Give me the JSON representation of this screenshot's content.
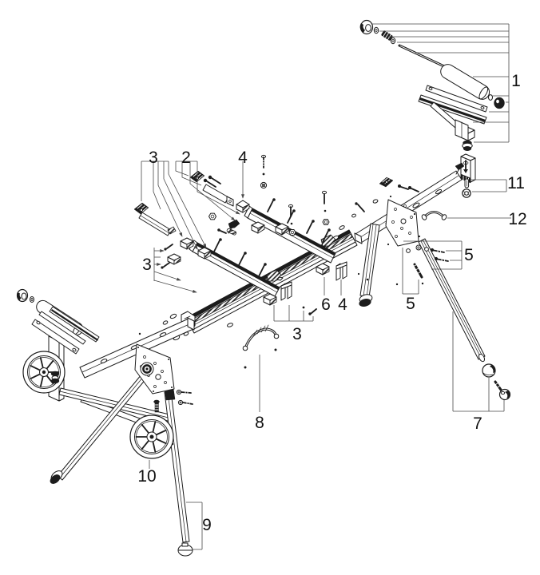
{
  "diagram": {
    "type": "exploded-parts-diagram",
    "subject": "miter-saw-work-stand",
    "background": "#ffffff",
    "line_color": "#1c1c1c",
    "leader_color": "#4a4a4a",
    "callouts": [
      {
        "id": "c1",
        "label": "1"
      },
      {
        "id": "c2",
        "label": "2"
      },
      {
        "id": "c3a",
        "label": "3"
      },
      {
        "id": "c3b",
        "label": "3"
      },
      {
        "id": "c3c",
        "label": "3"
      },
      {
        "id": "c4a",
        "label": "4"
      },
      {
        "id": "c4b",
        "label": "4"
      },
      {
        "id": "c5a",
        "label": "5"
      },
      {
        "id": "c5b",
        "label": "5"
      },
      {
        "id": "c6",
        "label": "6"
      },
      {
        "id": "c7",
        "label": "7"
      },
      {
        "id": "c8",
        "label": "8"
      },
      {
        "id": "c9",
        "label": "9"
      },
      {
        "id": "c10",
        "label": "10"
      },
      {
        "id": "c11",
        "label": "11"
      },
      {
        "id": "c12",
        "label": "12"
      }
    ]
  }
}
